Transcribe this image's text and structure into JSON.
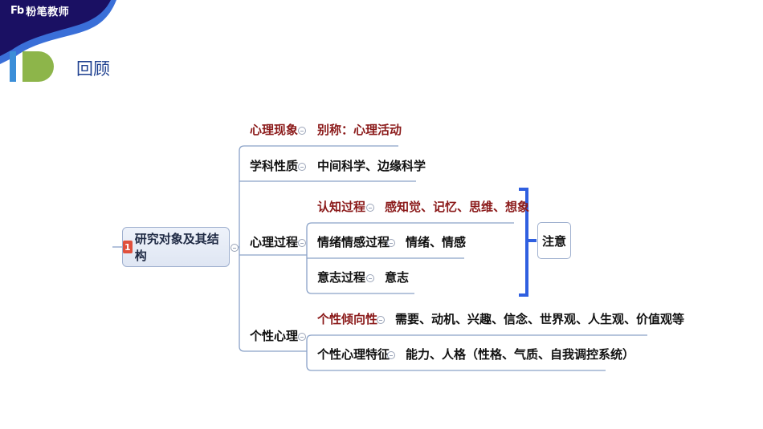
{
  "header": {
    "brand_logo": "Fb",
    "brand_name": "粉笔教师",
    "section_title": "回顾"
  },
  "colors": {
    "header_dark": "#1a1063",
    "header_wave": "#3a6fd8",
    "title_blue": "#1d3f8f",
    "accent_green": "#8db54a",
    "accent_blue": "#3b8ed8",
    "highlight_red": "#8b1a1a",
    "bracket_blue": "#2f5fe0",
    "line_blue": "#8aa2c8"
  },
  "mindmap": {
    "root": {
      "badge": "1",
      "label": "研究对象及其结构"
    },
    "branches": [
      {
        "label": "心理现象",
        "highlight": true,
        "detail": "别称：心理活动"
      },
      {
        "label": "学科性质",
        "highlight": false,
        "detail": "中间科学、边缘科学"
      },
      {
        "label": "心理过程",
        "children": [
          {
            "label": "认知过程",
            "highlight": true,
            "detail": "感知觉、记忆、思维、想象"
          },
          {
            "label": "情绪情感过程",
            "highlight": false,
            "detail": "情绪、情感"
          },
          {
            "label": "意志过程",
            "highlight": false,
            "detail": "意志"
          }
        ],
        "bracket_note": "注意"
      },
      {
        "label": "个性心理",
        "children": [
          {
            "label": "个性倾向性",
            "highlight": true,
            "detail": "需要、动机、兴趣、信念、世界观、人生观、价值观等"
          },
          {
            "label": "个性心理特征",
            "highlight": false,
            "detail": "能力、人格（性格、气质、自我调控系统）"
          }
        ]
      }
    ]
  }
}
